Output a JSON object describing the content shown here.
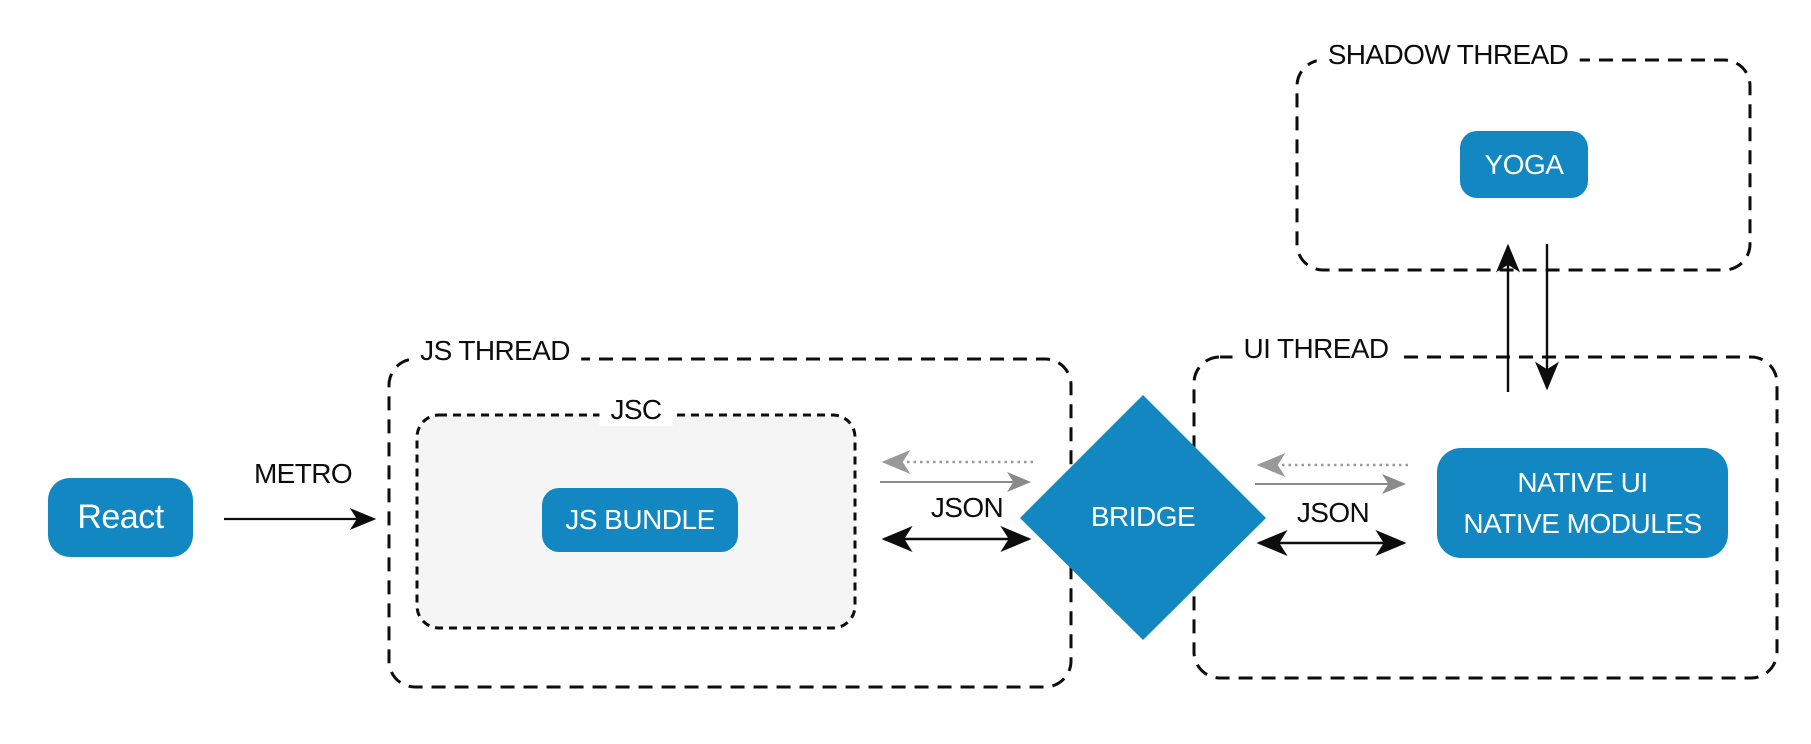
{
  "colors": {
    "accent_blue": "#1287c1",
    "jsc_fill": "#f5f5f5",
    "border_black": "#0d0d0d",
    "gray_arrow": "#8a8a8a",
    "dotted_gray_arrow": "#999999"
  },
  "groups": {
    "js_thread": {
      "label": "JS THREAD"
    },
    "jsc": {
      "label": "JSC"
    },
    "ui_thread": {
      "label": "UI THREAD"
    },
    "shadow_thread": {
      "label": "SHADOW THREAD"
    }
  },
  "nodes": {
    "react": {
      "label": "React"
    },
    "js_bundle": {
      "label": "JS BUNDLE"
    },
    "bridge": {
      "label": "BRIDGE"
    },
    "yoga": {
      "label": "YOGA"
    },
    "native": {
      "line1": "NATIVE UI",
      "line2": "NATIVE MODULES"
    }
  },
  "edges": {
    "metro": {
      "label": "METRO"
    },
    "json_left": {
      "label": "JSON"
    },
    "json_right": {
      "label": "JSON"
    }
  }
}
